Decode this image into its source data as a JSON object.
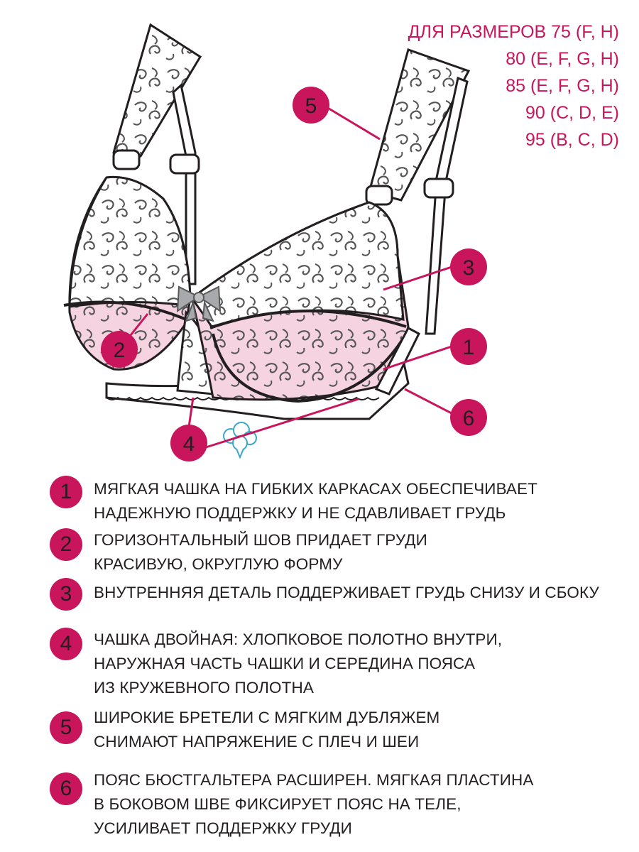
{
  "sizes": [
    "ДЛЯ РАЗМЕРОВ 75 (F, H)",
    "80 (E, F, G, H)",
    "85 (E, F, G, H)",
    "90 (C, D, E)",
    "95 (B, C, D)"
  ],
  "callouts": [
    {
      "number": "5"
    },
    {
      "number": "3"
    },
    {
      "number": "1"
    },
    {
      "number": "2"
    },
    {
      "number": "6"
    },
    {
      "number": "4"
    }
  ],
  "legend": [
    {
      "number": "1",
      "lines": [
        "МЯГКАЯ ЧАШКА НА ГИБКИХ КАРКАСАХ ОБЕСПЕЧИВАЕТ",
        "НАДЕЖНУЮ ПОДДЕРЖКУ И НЕ СДАВЛИВАЕТ ГРУДЬ"
      ]
    },
    {
      "number": "2",
      "lines": [
        "ГОРИЗОНТАЛЬНЫЙ ШОВ ПРИДАЕТ ГРУДИ",
        "КРАСИВУЮ, ОКРУГЛУЮ ФОРМУ"
      ]
    },
    {
      "number": "3",
      "lines": [
        "ВНУТРЕННЯЯ ДЕТАЛЬ ПОДДЕРЖИВАЕТ ГРУДЬ СНИЗУ И СБОКУ"
      ]
    },
    {
      "number": "4",
      "lines": [
        "ЧАШКА ДВОЙНАЯ: ХЛОПКОВОЕ ПОЛОТНО ВНУТРИ,",
        "НАРУЖНАЯ ЧАСТЬ ЧАШКИ И СЕРЕДИНА ПОЯСА",
        "ИЗ КРУЖЕВНОГО ПОЛОТНА"
      ]
    },
    {
      "number": "5",
      "lines": [
        "ШИРОКИЕ БРЕТЕЛИ С МЯГКИМ ДУБЛЯЖЕМ",
        "СНИМАЮТ НАПРЯЖЕНИЕ С ПЛЕЧ И ШЕИ"
      ]
    },
    {
      "number": "6",
      "lines": [
        "ПОЯС БЮСТГАЛЬТЕРА РАСШИРЕН. МЯГКАЯ ПЛАСТИНА",
        "В БОКОВОМ ШВЕ ФИКСИРУЕТ ПОЯС НА ТЕЛЕ,",
        "УСИЛИВАЕТ ПОДДЕРЖКУ ГРУДИ"
      ]
    }
  ],
  "colors": {
    "accent": "#c8155c",
    "pink_fill": "#f6d3e0",
    "outline": "#231f20",
    "lace": "#555555",
    "cotton": "#3aa7c8"
  },
  "icons": [
    "cotton-icon",
    "bow-icon"
  ]
}
